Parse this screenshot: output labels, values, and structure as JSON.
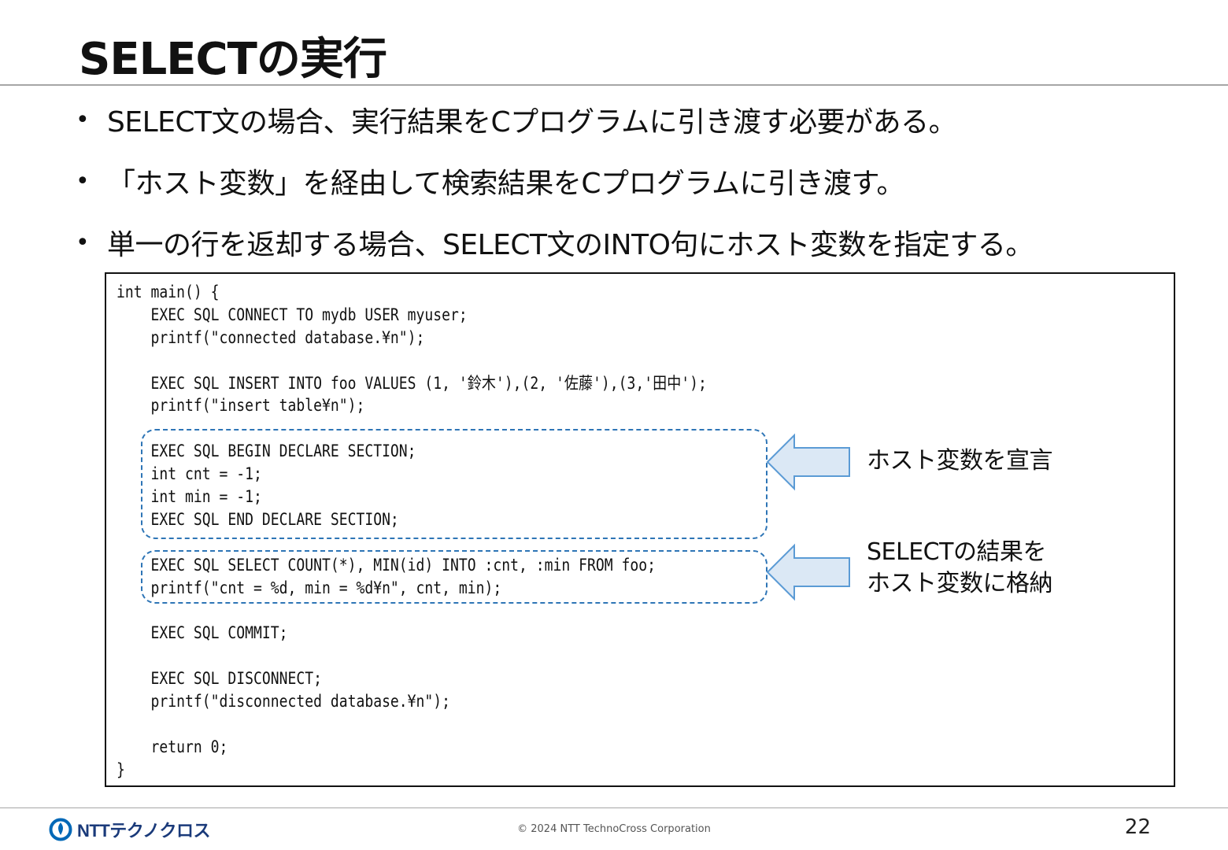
{
  "slide": {
    "title": "SELECTの実行",
    "bullet_marker": "•",
    "bullets": [
      "SELECT文の場合、実行結果をCプログラムに引き渡す必要がある。",
      "「ホスト変数」を経由して検索結果をCプログラムに引き渡す。",
      "単一の行を返却する場合、SELECT文のINTO句にホスト変数を指定する。"
    ]
  },
  "code": {
    "lines": [
      "int main() {",
      "    EXEC SQL CONNECT TO mydb USER myuser;",
      "    printf(\"connected database.¥n\");",
      "",
      "    EXEC SQL INSERT INTO foo VALUES (1, '鈴木'),(2, '佐藤'),(3,'田中');",
      "    printf(\"insert table¥n\");",
      "",
      "    EXEC SQL BEGIN DECLARE SECTION;",
      "    int cnt = -1;",
      "    int min = -1;",
      "    EXEC SQL END DECLARE SECTION;",
      "",
      "    EXEC SQL SELECT COUNT(*), MIN(id) INTO :cnt, :min FROM foo;",
      "    printf(\"cnt = %d, min = %d¥n\", cnt, min);",
      "",
      "    EXEC SQL COMMIT;",
      "",
      "    EXEC SQL DISCONNECT;",
      "    printf(\"disconnected database.¥n\");",
      "",
      "    return 0;",
      "}"
    ]
  },
  "annotations": {
    "declare": "ホスト変数を宣言",
    "store_line1": "SELECTの結果を",
    "store_line2": "ホスト変数に格納"
  },
  "footer": {
    "logo_text": "NTTテクノクロス",
    "copyright": "© 2024 NTT TechnoCross Corporation",
    "page_number": "22"
  },
  "colors": {
    "accent_blue": "#2e75b6",
    "arrow_fill": "#dbe8f5",
    "arrow_stroke": "#5b9bd5"
  }
}
